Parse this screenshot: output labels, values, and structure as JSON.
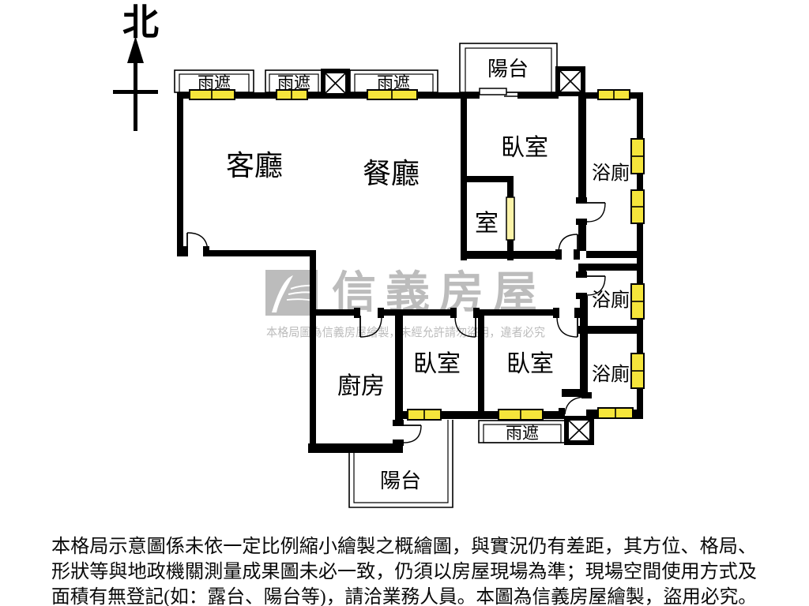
{
  "compass": {
    "label": "北"
  },
  "plan": {
    "colors": {
      "wall": "#000000",
      "window": "#F5E53B",
      "sliding_panel": "#FBF3A8",
      "background": "#FFFFFF"
    },
    "rooms": {
      "living": "客廳",
      "dining": "餐廳",
      "bedroom_top": "臥室",
      "bedroom_mid": "臥室",
      "bedroom_right": "臥室",
      "inner_room": "室",
      "kitchen": "廚房",
      "bath_top": "浴廁",
      "bath_mid": "浴廁",
      "bath_bottom": "浴廁",
      "balcony_top": "陽台",
      "balcony_bottom": "陽台",
      "canopy_top_1": "雨遮",
      "canopy_top_2": "雨遮",
      "canopy_top_3": "雨遮",
      "canopy_bottom": "雨遮"
    }
  },
  "watermark": {
    "brand": "信義房屋",
    "notice": "本格局圖為信義房屋繪製，未經允許請勿盜用，違者必究",
    "color": "#bcbcbc"
  },
  "disclaimer": {
    "line1": "本格局示意圖係未依一定比例縮小繪製之概繪圖，與實況仍有差距，其方位、格局、",
    "line2": "形狀等與地政機關測量成果圖未必一致，仍須以房屋現場為準；現場空間使用方式及",
    "line3": "面積有無登記(如：露台、陽台等)，請洽業務人員。本圖為信義房屋繪製，盜用必究。"
  }
}
